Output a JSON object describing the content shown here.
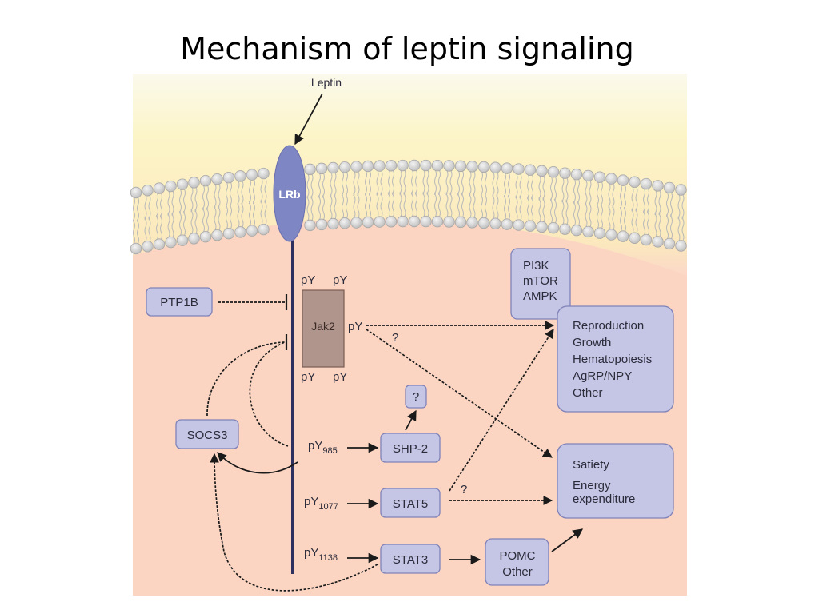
{
  "title": "Mechanism of leptin signaling",
  "colors": {
    "membrane_head": "#d9d9d9",
    "cytoplasm": "#fbd6c2",
    "node_fill": "#c5c6e6",
    "receptor": "#7f86c4",
    "jak2": "#b0958c",
    "stem": "#2e3160"
  },
  "diagram": {
    "leptin": "Leptin",
    "receptor": "LRb",
    "jak2": "Jak2",
    "py": "pY",
    "ptp1b": "PTP1B",
    "socs3": "SOCS3",
    "shp2": "SHP-2",
    "stat5": "STAT5",
    "stat3": "STAT3",
    "unknown": "?",
    "sub985": "985",
    "sub1077": "1077",
    "sub1138": "1138",
    "pi3k_lines": [
      "PI3K",
      "mTOR",
      "AMPK"
    ],
    "repro_lines": [
      "Reproduction",
      "Growth",
      "Hematopoiesis",
      "AgRP/NPY",
      "Other"
    ],
    "satiety_lines": [
      "Satiety",
      "Energy",
      "expenditure"
    ],
    "pomc_lines": [
      "POMC",
      "Other"
    ]
  }
}
